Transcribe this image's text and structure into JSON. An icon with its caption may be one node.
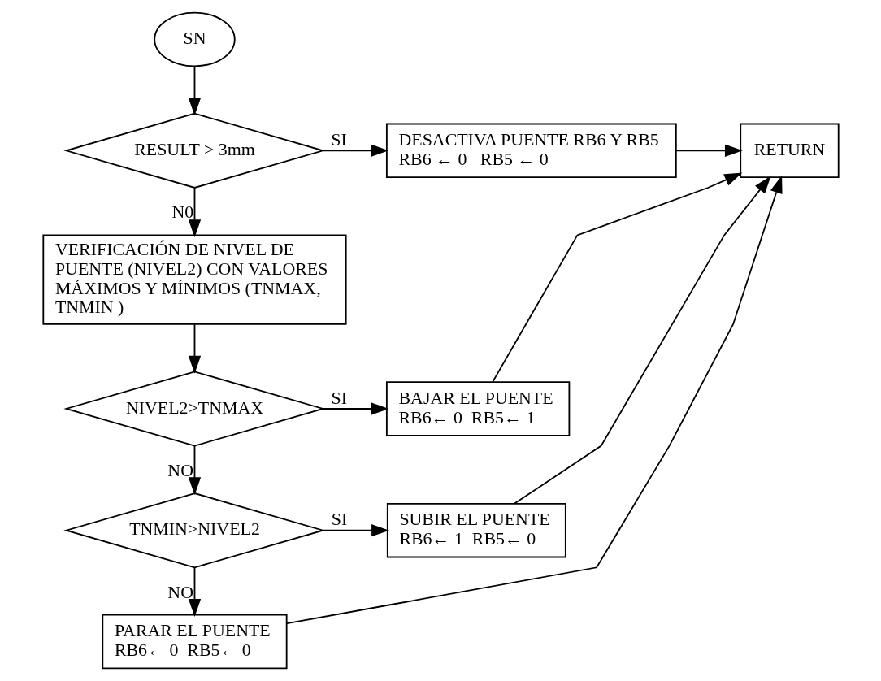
{
  "diagram": {
    "nodes": [
      {
        "text": [
          "SN"
        ]
      },
      {
        "text": [
          "RESULT > 3mm"
        ]
      },
      {
        "text": [
          "DESACTIVA PUENTE RB6 Y RB5",
          "RB6 ← 0   RB5 ← 0"
        ]
      },
      {
        "text": [
          "RETURN"
        ]
      },
      {
        "text": [
          "VERIFICACIÓN DE NIVEL DE PUENTE (NIVEL2) CON VALORES MÁXIMOS Y MÍNIMOS (TNMAX, TNMIN )"
        ]
      },
      {
        "text": [
          "NIVEL2>TNMAX"
        ]
      },
      {
        "text": [
          "BAJAR EL PUENTE",
          "RB6← 0  RB5← 1"
        ]
      },
      {
        "text": [
          "TNMIN>NIVEL2"
        ]
      },
      {
        "text": [
          "SUBIR EL PUENTE",
          "RB6← 1  RB5← 0"
        ]
      },
      {
        "text": [
          "PARAR EL PUENTE",
          "RB6← 0  RB5← 0"
        ]
      }
    ],
    "edges": [
      {
        "from": 0,
        "to": 1,
        "arrow": "to"
      },
      {
        "from": 1,
        "to": 2,
        "arrow": "to",
        "label": "SI"
      },
      {
        "from": 2,
        "to": 3,
        "arrow": "to"
      },
      {
        "from": 1,
        "to": 4,
        "arrow": "to",
        "label": "N0"
      },
      {
        "from": 4,
        "to": 5,
        "arrow": "to"
      },
      {
        "from": 5,
        "to": 6,
        "arrow": "to",
        "label": "SI"
      },
      {
        "from": 6,
        "to": 3,
        "arrow": "to"
      },
      {
        "from": 5,
        "to": 7,
        "arrow": "to",
        "label": "NO"
      },
      {
        "from": 7,
        "to": 8,
        "arrow": "to",
        "label": "SI"
      },
      {
        "from": 8,
        "to": 3,
        "arrow": "to"
      },
      {
        "from": 7,
        "to": 9,
        "arrow": "to",
        "label": "NO"
      },
      {
        "from": 9,
        "to": 3,
        "arrow": "to"
      }
    ]
  }
}
